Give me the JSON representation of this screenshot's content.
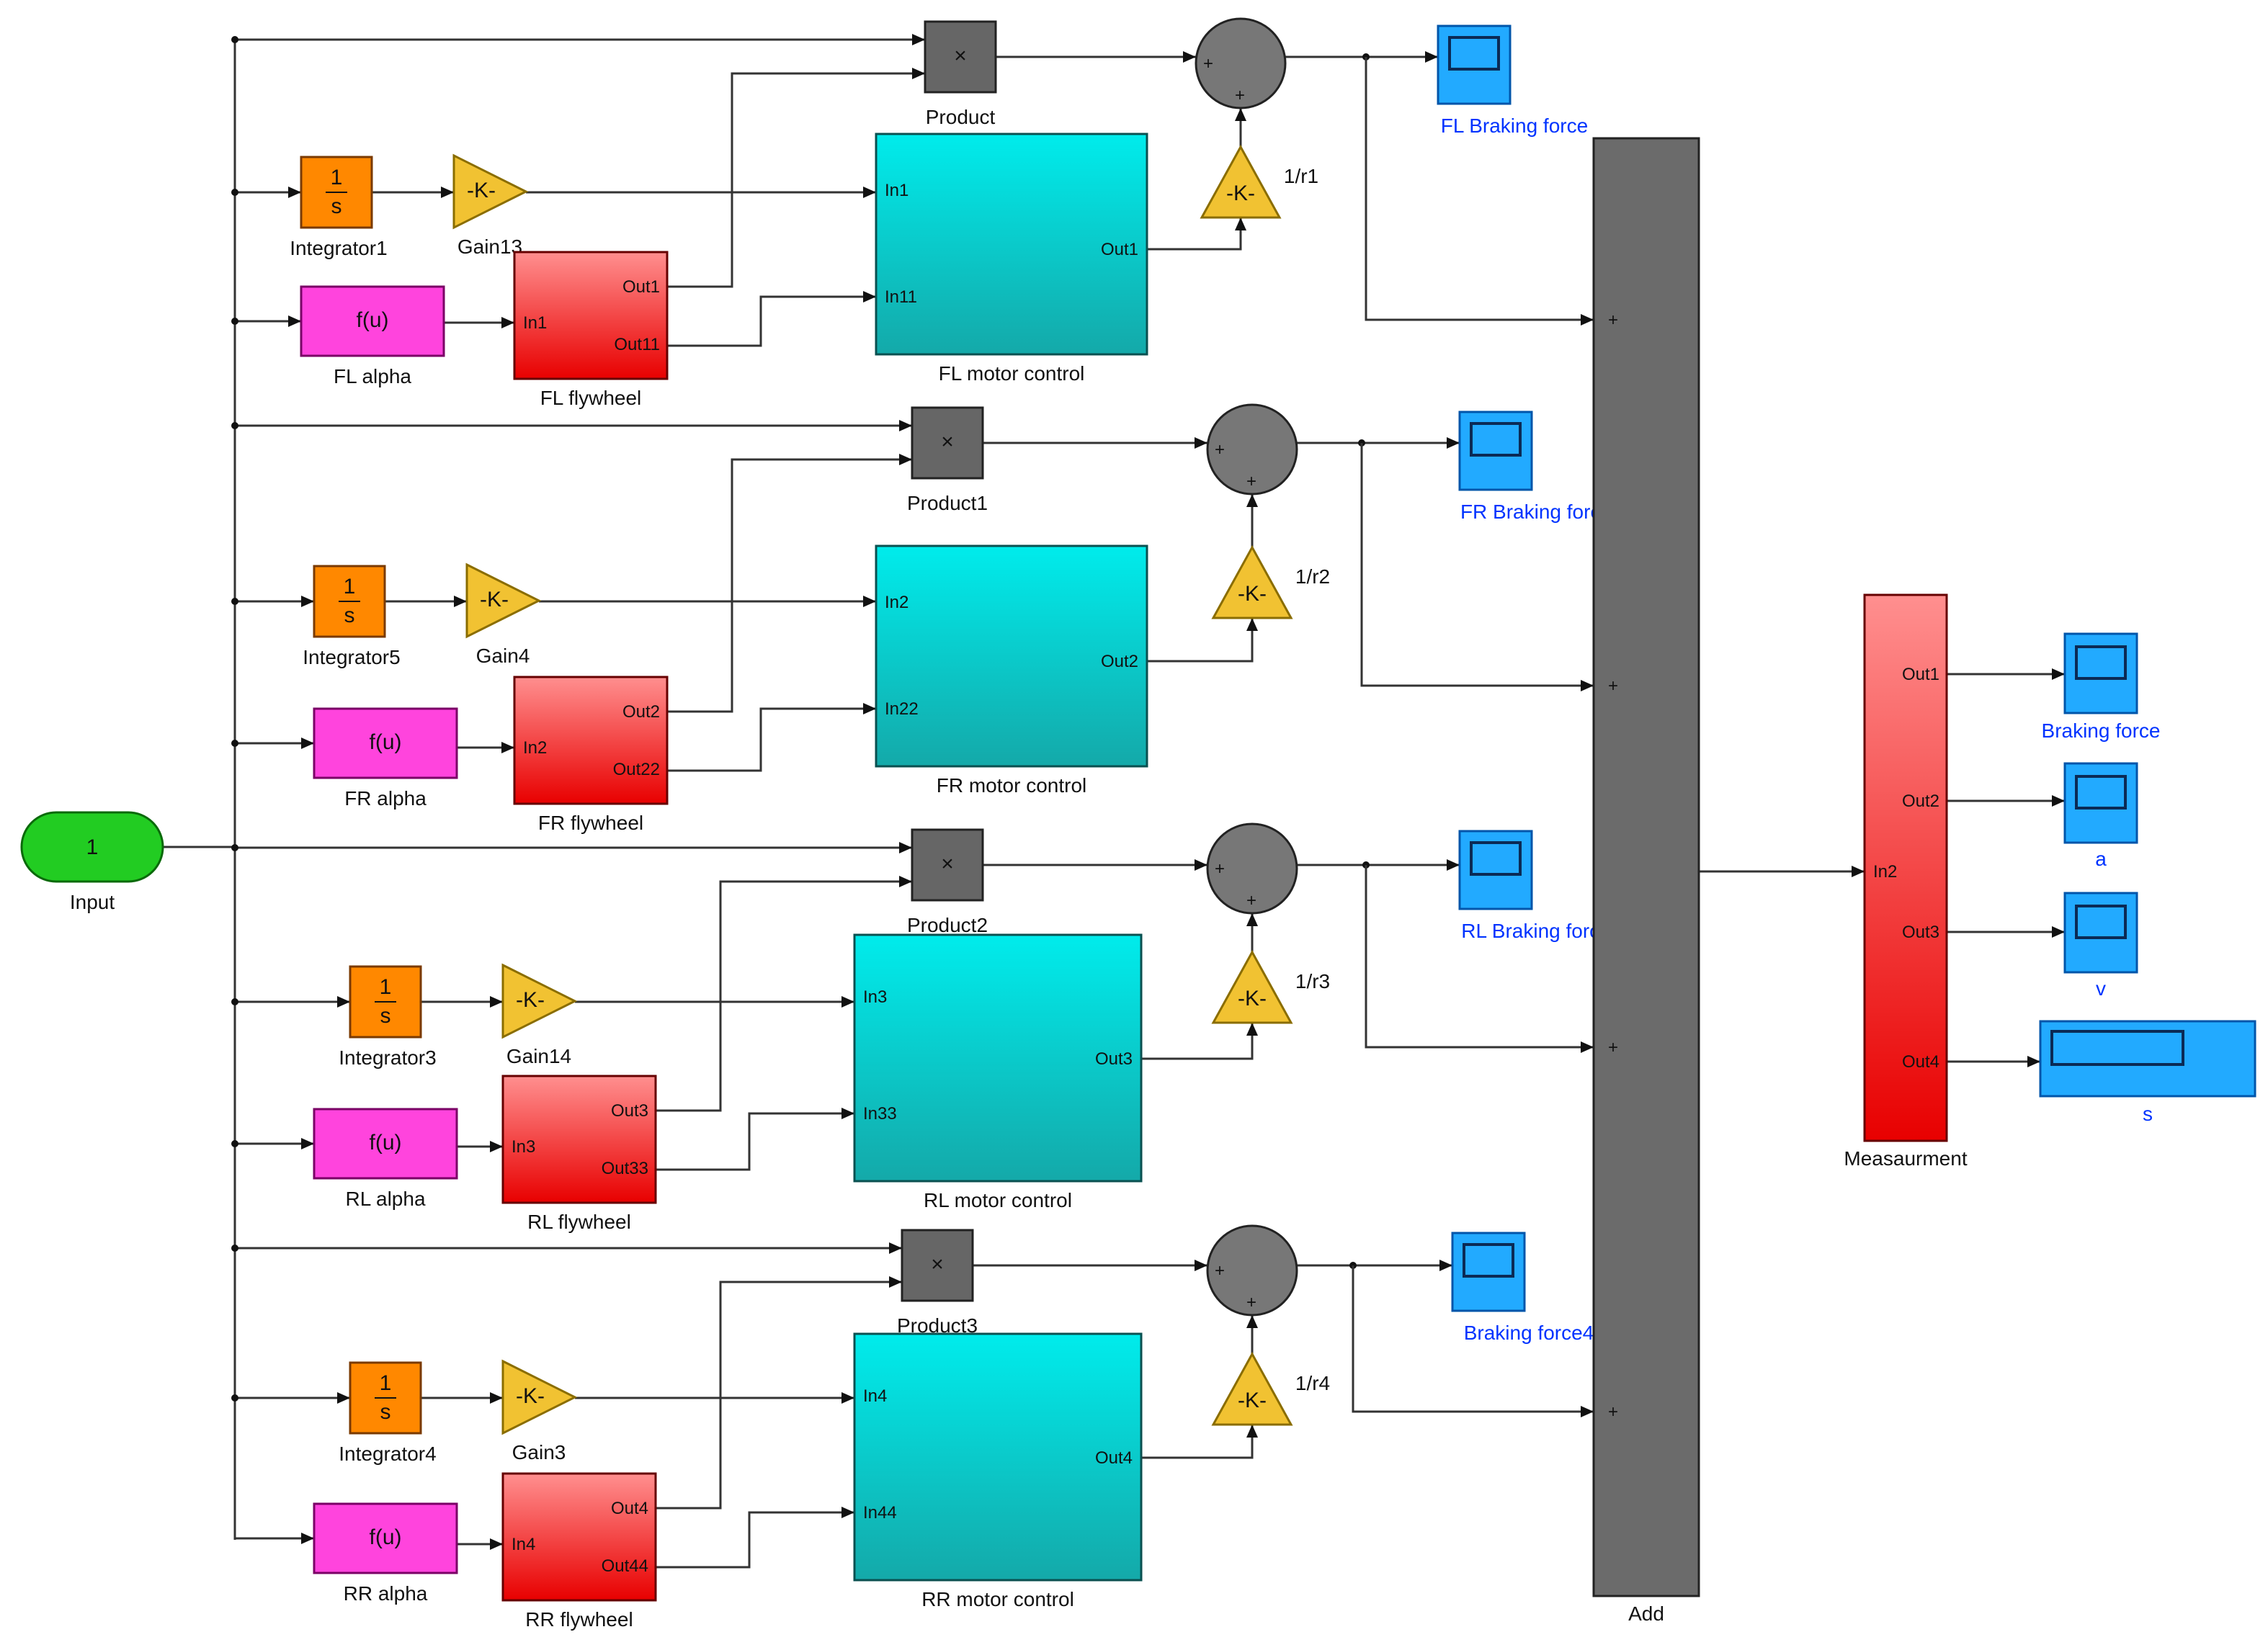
{
  "colors": {
    "integrator": "#ff8800",
    "gain": "#f1c232",
    "fcn": "#ff44dd",
    "flywheel_top": "#ff8f8f",
    "flywheel_bottom": "#e80000",
    "motor_top": "#00ecec",
    "motor_bottom": "#14a9a9",
    "product": "#666666",
    "sum": "#777777",
    "scope": "#22aaff",
    "add": "#6b6b6b",
    "input": "#22cc22",
    "scope_label": "#0033ff"
  },
  "symbols": {
    "integrator_num": "1",
    "integrator_den": "s",
    "gain": "-K-",
    "fcn": "f(u)",
    "product": "×",
    "sum_plus": "+",
    "add_plus": "+"
  },
  "input": {
    "label": "Input",
    "value": "1"
  },
  "rows": [
    {
      "product_label": "Product",
      "integrator_label": "Integrator1",
      "gain_label": "Gain13",
      "fcn_label": "FL alpha",
      "flywheel_label": "FL flywheel",
      "flywheel_in": "In1",
      "flywheel_out1": "Out1",
      "flywheel_out2": "Out11",
      "motor_label": "FL motor control",
      "motor_in1": "In1",
      "motor_in2": "In11",
      "motor_out": "Out1",
      "gain_r_label": "1/r1",
      "scope_label": "FL Braking force"
    },
    {
      "product_label": "Product1",
      "integrator_label": "Integrator5",
      "gain_label": "Gain4",
      "fcn_label": "FR alpha",
      "flywheel_label": "FR flywheel",
      "flywheel_in": "In2",
      "flywheel_out1": "Out2",
      "flywheel_out2": "Out22",
      "motor_label": "FR motor control",
      "motor_in1": "In2",
      "motor_in2": "In22",
      "motor_out": "Out2",
      "gain_r_label": "1/r2",
      "scope_label": "FR Braking force"
    },
    {
      "product_label": "Product2",
      "integrator_label": "Integrator3",
      "gain_label": "Gain14",
      "fcn_label": "RL alpha",
      "flywheel_label": "RL flywheel",
      "flywheel_in": "In3",
      "flywheel_out1": "Out3",
      "flywheel_out2": "Out33",
      "motor_label": "RL motor control",
      "motor_in1": "In3",
      "motor_in2": "In33",
      "motor_out": "Out3",
      "gain_r_label": "1/r3",
      "scope_label": "RL Braking force"
    },
    {
      "product_label": "Product3",
      "integrator_label": "Integrator4",
      "gain_label": "Gain3",
      "fcn_label": "RR alpha",
      "flywheel_label": "RR flywheel",
      "flywheel_in": "In4",
      "flywheel_out1": "Out4",
      "flywheel_out2": "Out44",
      "motor_label": "RR motor control",
      "motor_in1": "In4",
      "motor_in2": "In44",
      "motor_out": "Out4",
      "gain_r_label": "1/r4",
      "scope_label": "Braking force4"
    }
  ],
  "add": {
    "label": "Add"
  },
  "measurement": {
    "label": "Measaurment",
    "in": "In2",
    "outs": [
      "Out1",
      "Out2",
      "Out3",
      "Out4"
    ]
  },
  "outputs": [
    "Braking force",
    "a",
    "v",
    "s"
  ]
}
